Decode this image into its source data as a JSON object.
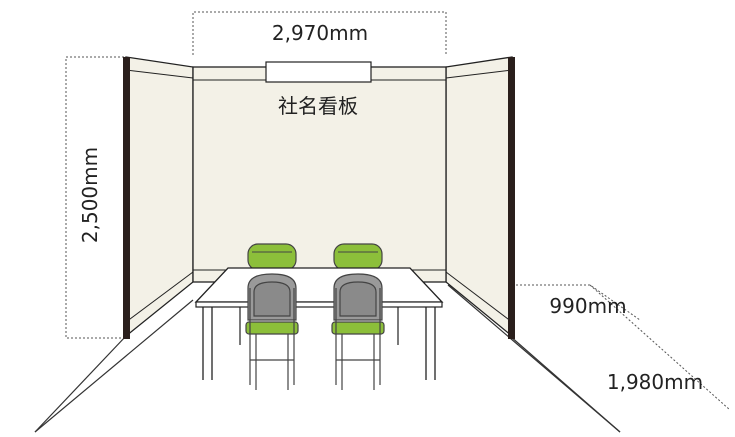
{
  "labels": {
    "width": "2,970mm",
    "height": "2,500mm",
    "side_depth": "990mm",
    "floor_depth": "1,980mm",
    "sign": "社名看板"
  },
  "colors": {
    "panel_fill": "#f3f1e7",
    "panel_stroke": "#222222",
    "post": "#2a1f1c",
    "seat": "#8cbf3a",
    "chair_frame": "#9a9a9a",
    "chair_dark": "#444444",
    "table_top": "#ffffff",
    "dotted": "#555555"
  }
}
